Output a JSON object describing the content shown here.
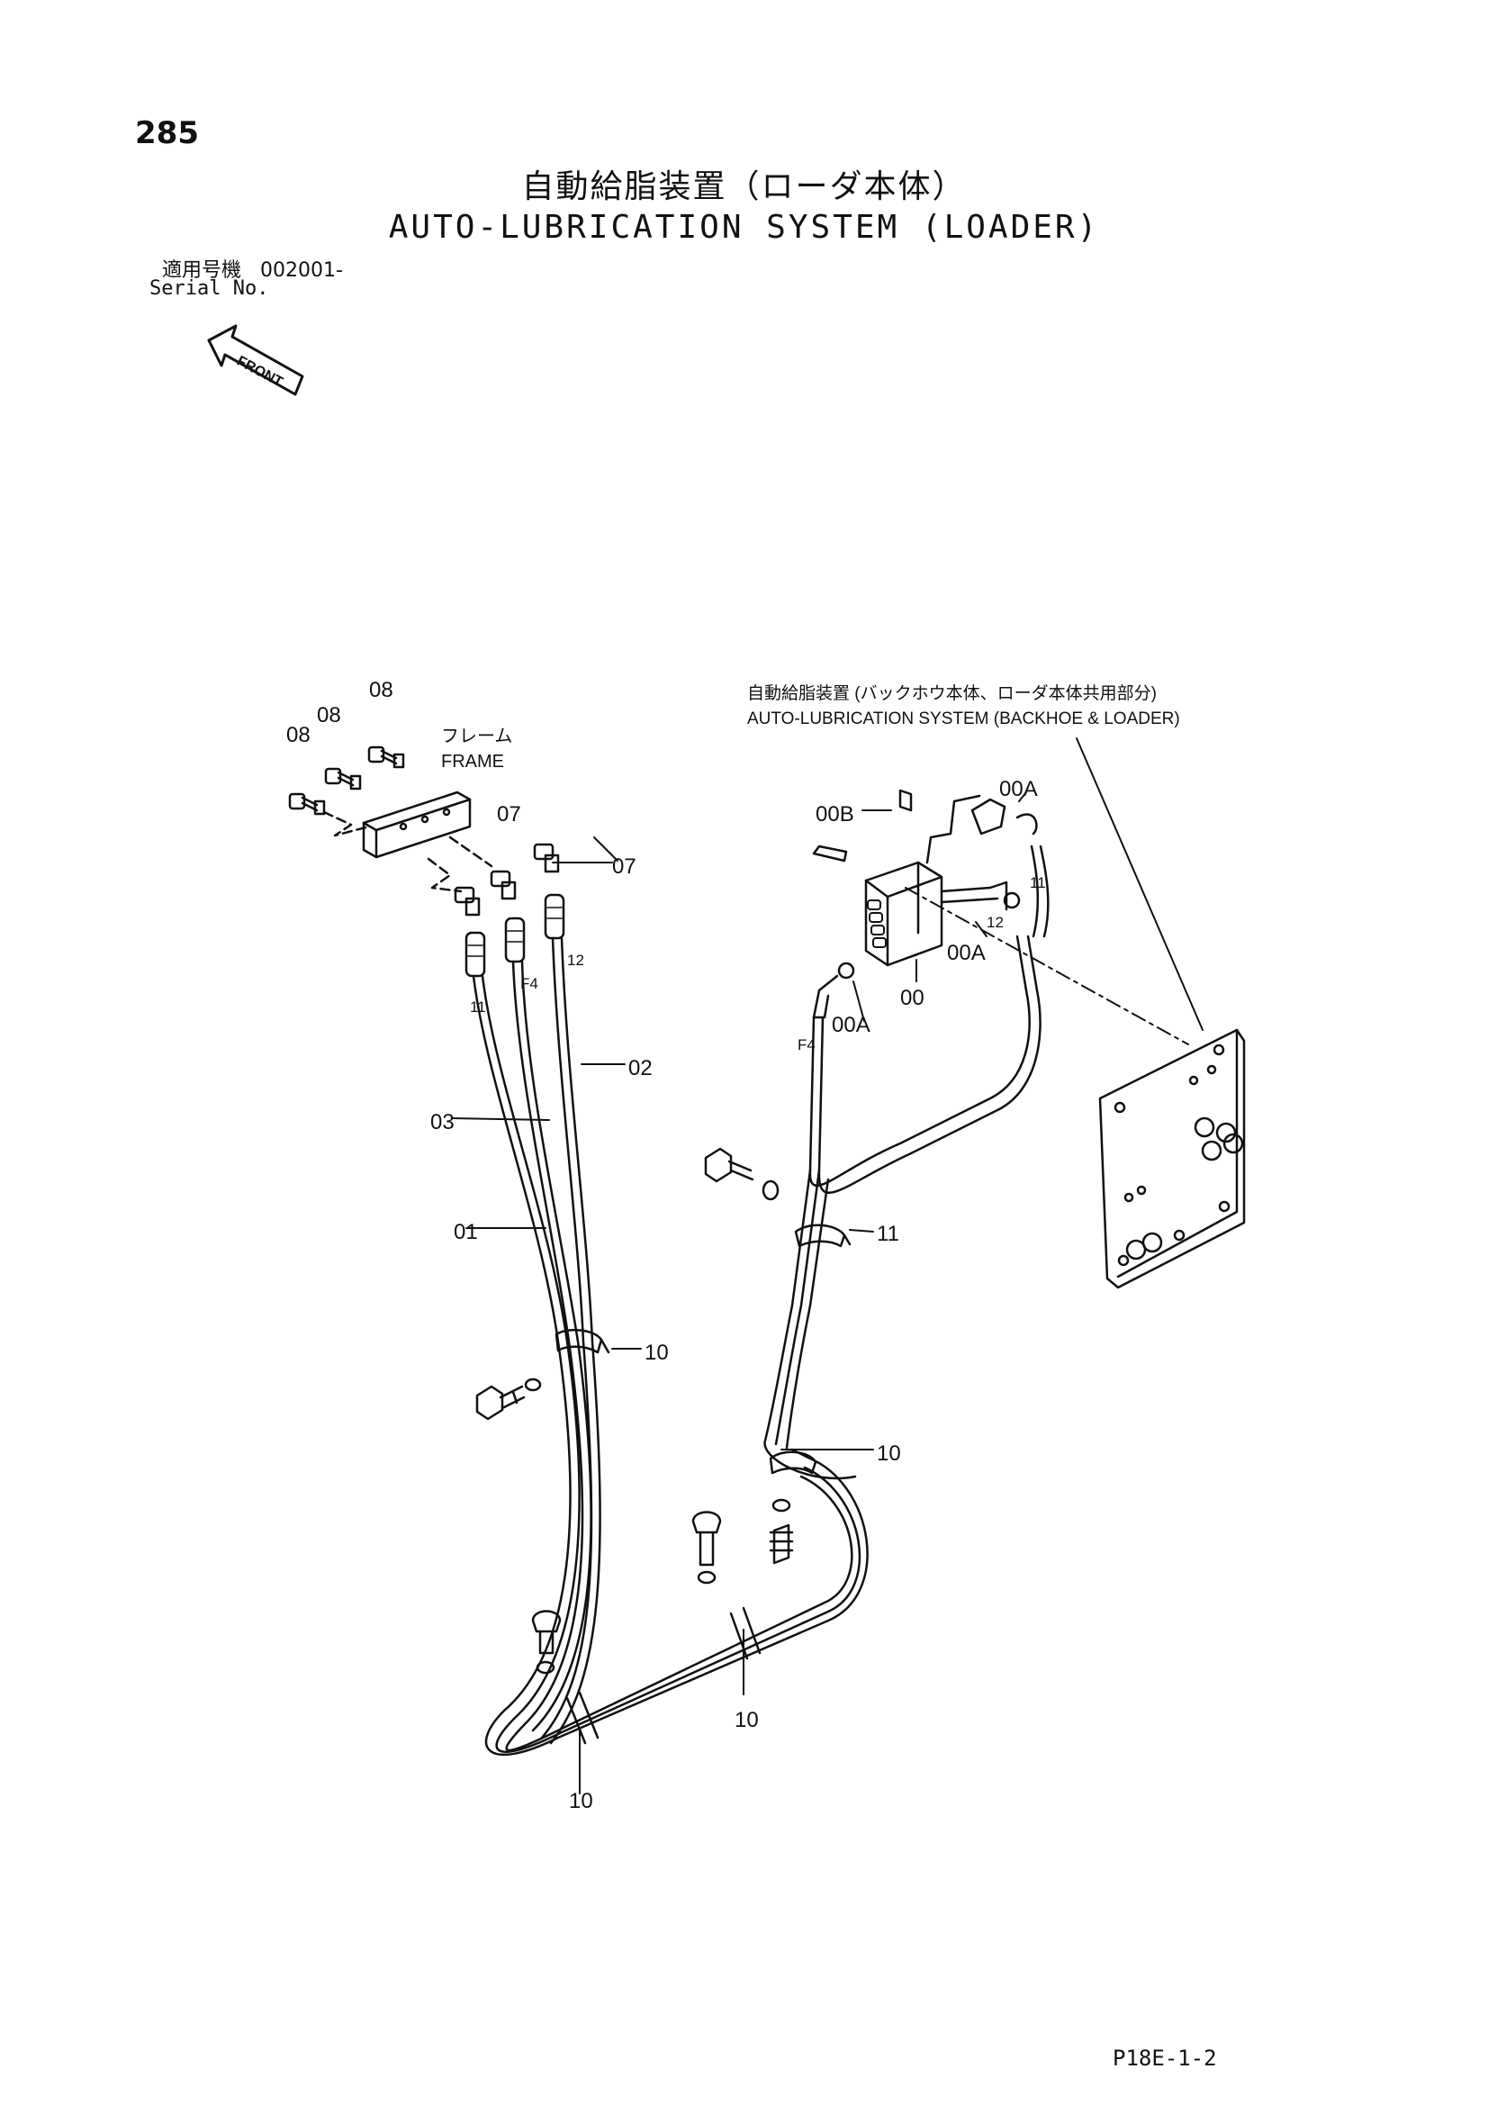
{
  "page_number": "285",
  "title_jp": "自動給脂装置（ローダ本体）",
  "title_en": "AUTO-LUBRICATION SYSTEM (LOADER)",
  "serial": {
    "label_jp": "適用号機",
    "value": "002001-",
    "label_en": "Serial No."
  },
  "front_arrow_label": "FRONT",
  "frame_label": {
    "jp": "フレーム",
    "en": "FRAME"
  },
  "callout": {
    "jp": "自動給脂装置 (バックホウ本体、ローダ本体共用部分)",
    "en": "AUTO-LUBRICATION SYSTEM (BACKHOE & LOADER)"
  },
  "part_labels": {
    "p08a": "08",
    "p08b": "08",
    "p08c": "08",
    "p07a": "07",
    "p07b": "07",
    "p00B": "00B",
    "p00A_top": "00A",
    "p00A_mid": "00A",
    "p00A_low": "00A",
    "p00": "00",
    "p02": "02",
    "p03": "03",
    "p01": "01",
    "p11_right": "11",
    "p10_left": "10",
    "p10_right": "10",
    "p10_mid": "10",
    "p10_bottom": "10"
  },
  "hose_tags": {
    "t11_left": "11",
    "tF4_left": "F4",
    "t12_left": "12",
    "t11_right": "11",
    "t12_right": "12",
    "tF4_right": "F4"
  },
  "footer_code": "P18E-1-2"
}
